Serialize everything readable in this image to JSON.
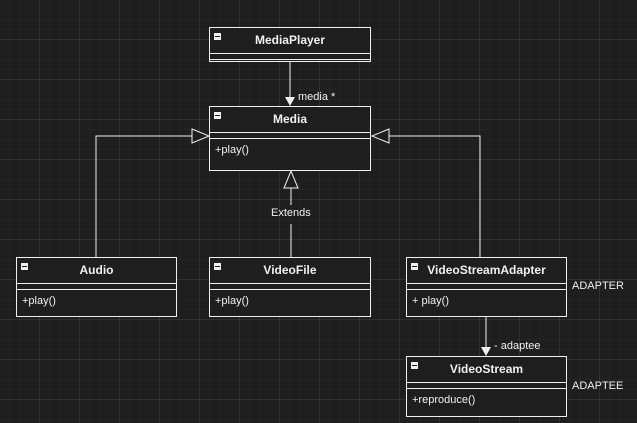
{
  "classes": {
    "mediaplayer": {
      "name": "MediaPlayer",
      "operation": ""
    },
    "media": {
      "name": "Media",
      "operation": "+play()"
    },
    "audio": {
      "name": "Audio",
      "operation": "+play()"
    },
    "videofile": {
      "name": "VideoFile",
      "operation": "+play()"
    },
    "videostreamadapter": {
      "name": "VideoStreamAdapter",
      "operation": "+ play()"
    },
    "videostream": {
      "name": "VideoStream",
      "operation": "+reproduce()"
    }
  },
  "edges": {
    "player_media": "media *",
    "extends": "Extends",
    "adaptee": "- adaptee"
  },
  "stereotypes": {
    "adapter": "ADAPTER",
    "adaptee": "ADAPTEE"
  },
  "colors": {
    "background": "#1e1e1e",
    "stroke": "#f0f0f0"
  }
}
